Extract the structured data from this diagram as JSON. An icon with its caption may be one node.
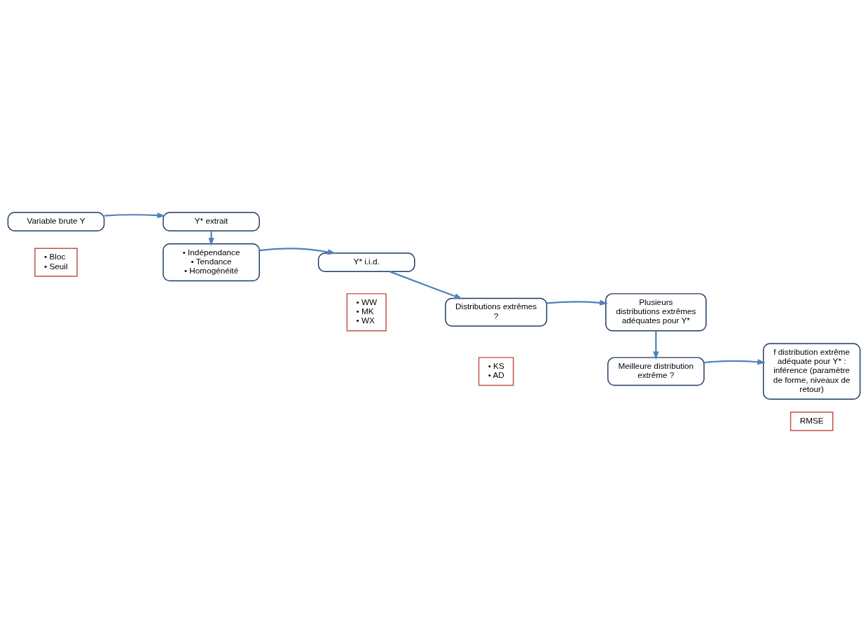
{
  "diagram": {
    "nodes": [
      {
        "text": [
          "Variable brute Y"
        ]
      },
      {
        "text": [
          "Y* extrait"
        ]
      },
      {
        "text": [
          "• Bloc",
          "• Seuil"
        ]
      },
      {
        "text": [
          "• Indépendance",
          "• Tendance",
          "• Homogénéité"
        ]
      },
      {
        "text": [
          "Y* i.i.d."
        ]
      },
      {
        "text": [
          "• WW",
          "• MK",
          "• WX"
        ]
      },
      {
        "text": [
          "Distributions extrêmes ?"
        ]
      },
      {
        "text": [
          "Plusieurs distributions extrêmes adéquates pour Y*"
        ]
      },
      {
        "text": [
          "• KS",
          "• AD"
        ]
      },
      {
        "text": [
          "f distribution extrême adéquate pour Y* : inférence (paramètre de forme, niveaux de retour)"
        ]
      },
      {
        "text": [
          "Meilleure distribution extrême ?"
        ]
      },
      {
        "text": [
          "RMSE"
        ]
      }
    ],
    "edges": [
      {
        "from": 0,
        "to": 1,
        "arrow": "to"
      },
      {
        "from": 1,
        "to": 3,
        "arrow": "to"
      },
      {
        "from": 3,
        "to": 4,
        "arrow": "to"
      },
      {
        "from": 4,
        "to": 6,
        "arrow": "to"
      },
      {
        "from": 6,
        "to": 7,
        "arrow": "to"
      },
      {
        "from": 7,
        "to": 10,
        "arrow": "to"
      },
      {
        "from": 10,
        "to": 9,
        "arrow": "to"
      }
    ]
  }
}
